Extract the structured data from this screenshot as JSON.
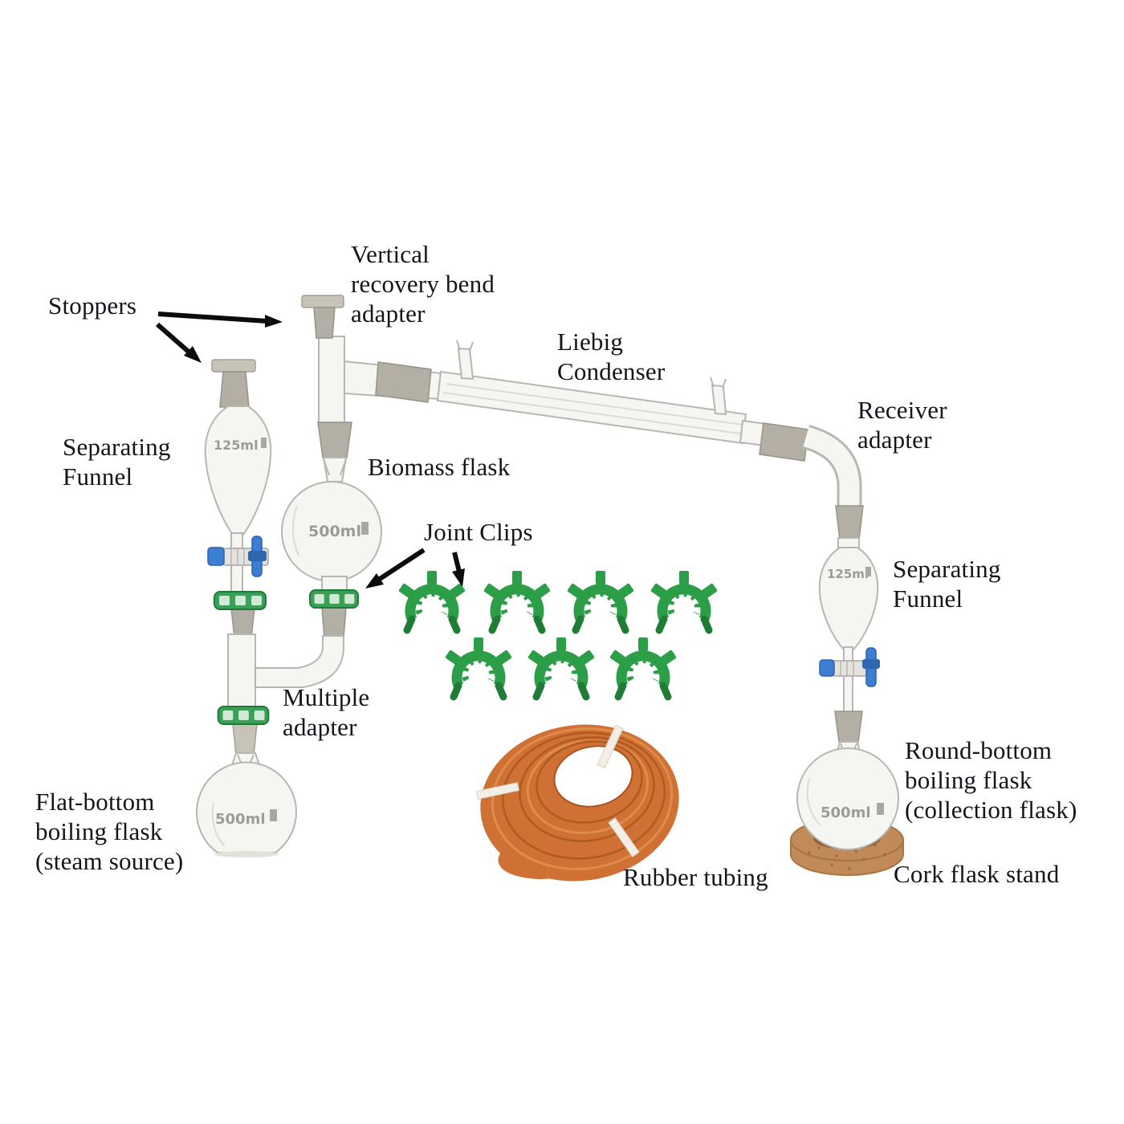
{
  "diagram": {
    "labels": {
      "stoppers": "Stoppers",
      "vertical_recovery_bend_adapter": "Vertical\nrecovery bend\nadapter",
      "liebig_condenser": "Liebig\nCondenser",
      "receiver_adapter": "Receiver\nadapter",
      "separating_funnel_left": "Separating\nFunnel",
      "biomass_flask": "Biomass flask",
      "joint_clips": "Joint Clips",
      "separating_funnel_right": "Separating\nFunnel",
      "multiple_adapter": "Multiple\nadapter",
      "flat_bottom_boiling_flask": "Flat-bottom\nboiling flask\n(steam source)",
      "round_bottom_boiling_flask": "Round-bottom\nboiling flask\n(collection flask)",
      "rubber_tubing": "Rubber tubing",
      "cork_flask_stand": "Cork flask stand"
    },
    "glassware_markings": {
      "separating_funnel_left": "125ml",
      "separating_funnel_right": "125ml",
      "biomass_flask": "500ml",
      "flat_bottom_flask": "500ml",
      "round_bottom_flask": "500ml"
    },
    "joint_clips": {
      "count": 7,
      "color": "#2d9e48"
    },
    "colors": {
      "stopcock_blue": "#3c7fd2",
      "tubing_orange": "#cf7134",
      "cork_brown": "#c08a59",
      "glass_outline": "#b7b7b1",
      "ground_joint_gray": "#b3afa4",
      "label_text": "#14151c"
    }
  }
}
